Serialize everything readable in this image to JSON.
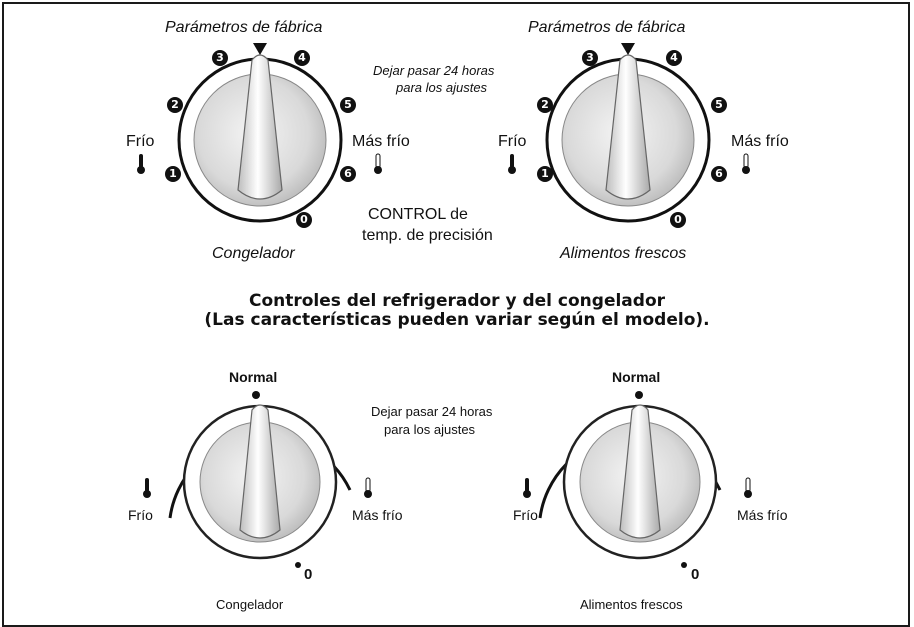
{
  "top": {
    "left_dial": {
      "top_label": "Parámetros de fábrica",
      "bottom_label": "Congelador",
      "left_label": "Frío",
      "right_label": "Más frío",
      "numbers": [
        "0",
        "1",
        "2",
        "3",
        "4",
        "5",
        "6"
      ]
    },
    "right_dial": {
      "top_label": "Parámetros de fábrica",
      "bottom_label": "Alimentos frescos",
      "left_label": "Frío",
      "right_label": "Más frío",
      "numbers": [
        "0",
        "1",
        "2",
        "3",
        "4",
        "5",
        "6"
      ]
    },
    "note_line1": "Dejar pasar 24 horas",
    "note_line2": "para los ajustes",
    "control_line1": "CONTROL de",
    "control_line2": "temp. de precisión"
  },
  "heading": {
    "line1": "Controles del refrigerador y del congelador",
    "line2": "(Las características pueden variar según el modelo)."
  },
  "bottom": {
    "left_dial": {
      "top_label": "Normal",
      "left_label": "Frío",
      "right_label": "Más frío",
      "zero_label": "0",
      "bottom_label": "Congelador"
    },
    "right_dial": {
      "top_label": "Normal",
      "left_label": "Frío",
      "right_label": "Más frío",
      "zero_label": "0",
      "bottom_label": "Alimentos frescos"
    },
    "note_line1": "Dejar pasar 24 horas",
    "note_line2": "para los ajustes"
  }
}
